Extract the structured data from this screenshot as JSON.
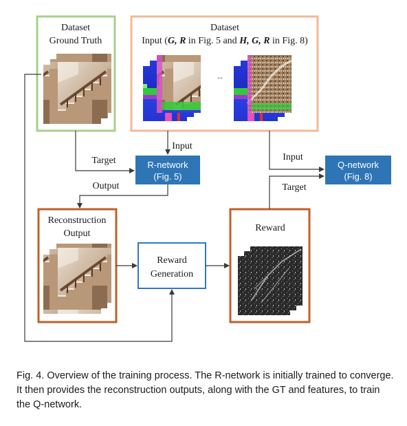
{
  "colors": {
    "green_box": "#a6d08a",
    "peach_box": "#f3b894",
    "orange_box": "#c0602a",
    "blue_box": "#2f78c4",
    "network_fill": "#2e75b6",
    "arrow": "#3a3a3a"
  },
  "gt_box": {
    "title_line1": "Dataset",
    "title_line2": "Ground Truth"
  },
  "input_box": {
    "title_line1": "Dataset",
    "title_line2_pre": "Input (",
    "title_line2_b1": "G, R",
    "title_line2_mid": " in Fig. 5 and ",
    "title_line2_b2": "H, G, R",
    "title_line2_post": " in Fig. 8)",
    "ellipsis": "..."
  },
  "labels": {
    "target_r": "Target",
    "input_r": "Input",
    "output_r": "Output",
    "input_q": "Input",
    "target_q": "Target"
  },
  "r_network": {
    "line1": "R-network",
    "line2": "(Fig. 5)"
  },
  "q_network": {
    "line1": "Q-network",
    "line2": "(Fig. 8)"
  },
  "recon_box": {
    "line1": "Reconstruction",
    "line2": "Output"
  },
  "reward_gen": {
    "line1": "Reward",
    "line2": "Generation"
  },
  "reward_box": {
    "title": "Reward"
  },
  "caption": "Fig. 4.  Overview of the training process. The R-network is initially trained to converge. It then provides the reconstruction outputs, along with the GT and features, to train the Q-network."
}
